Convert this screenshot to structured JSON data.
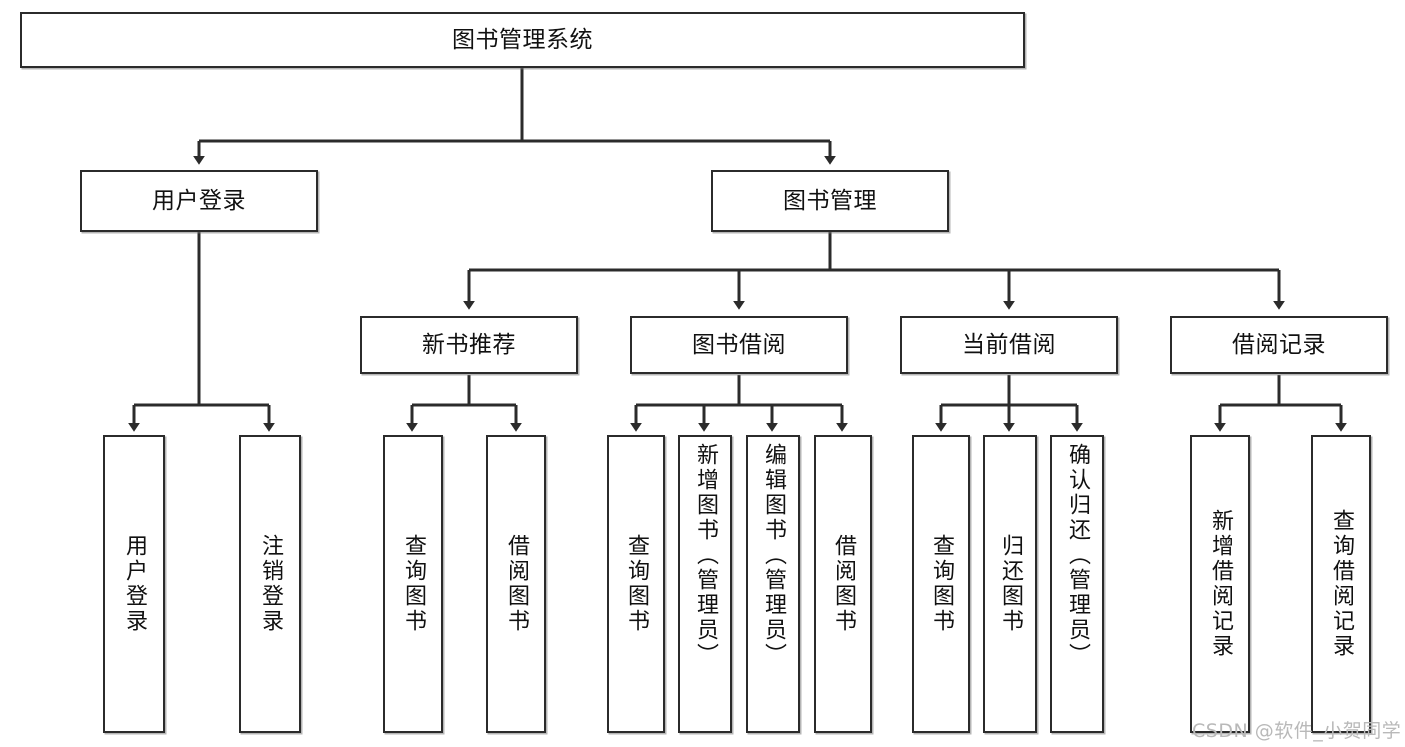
{
  "diagram": {
    "title": "图书管理系统",
    "type": "hierarchy-tree",
    "levels": 4,
    "nodes": {
      "root": {
        "label": "图书管理系统"
      },
      "level2": [
        {
          "label": "用户登录"
        },
        {
          "label": "图书管理"
        }
      ],
      "level3": [
        {
          "label": "新书推荐"
        },
        {
          "label": "图书借阅"
        },
        {
          "label": "当前借阅"
        },
        {
          "label": "借阅记录"
        }
      ],
      "leaves": {
        "user_login": [
          {
            "label": "用户登录"
          },
          {
            "label": "注销登录"
          }
        ],
        "new_book_recommend": [
          {
            "label": "查询图书"
          },
          {
            "label": "借阅图书"
          }
        ],
        "book_borrow": [
          {
            "label": "查询图书"
          },
          {
            "label": "新增图书（管理员）"
          },
          {
            "label": "编辑图书（管理员）"
          },
          {
            "label": "借阅图书"
          }
        ],
        "current_borrow": [
          {
            "label": "查询图书"
          },
          {
            "label": "归还图书"
          },
          {
            "label": "确认归还（管理员）"
          }
        ],
        "borrow_record": [
          {
            "label": "新增借阅记录"
          },
          {
            "label": "查询借阅记录"
          }
        ]
      }
    }
  },
  "watermark": {
    "text": "CSDN @软件_小贺同学"
  },
  "colors": {
    "stroke": "#2b2b2b",
    "fill": "#ffffff",
    "text": "#111111",
    "watermark": "#b9b9b9"
  }
}
